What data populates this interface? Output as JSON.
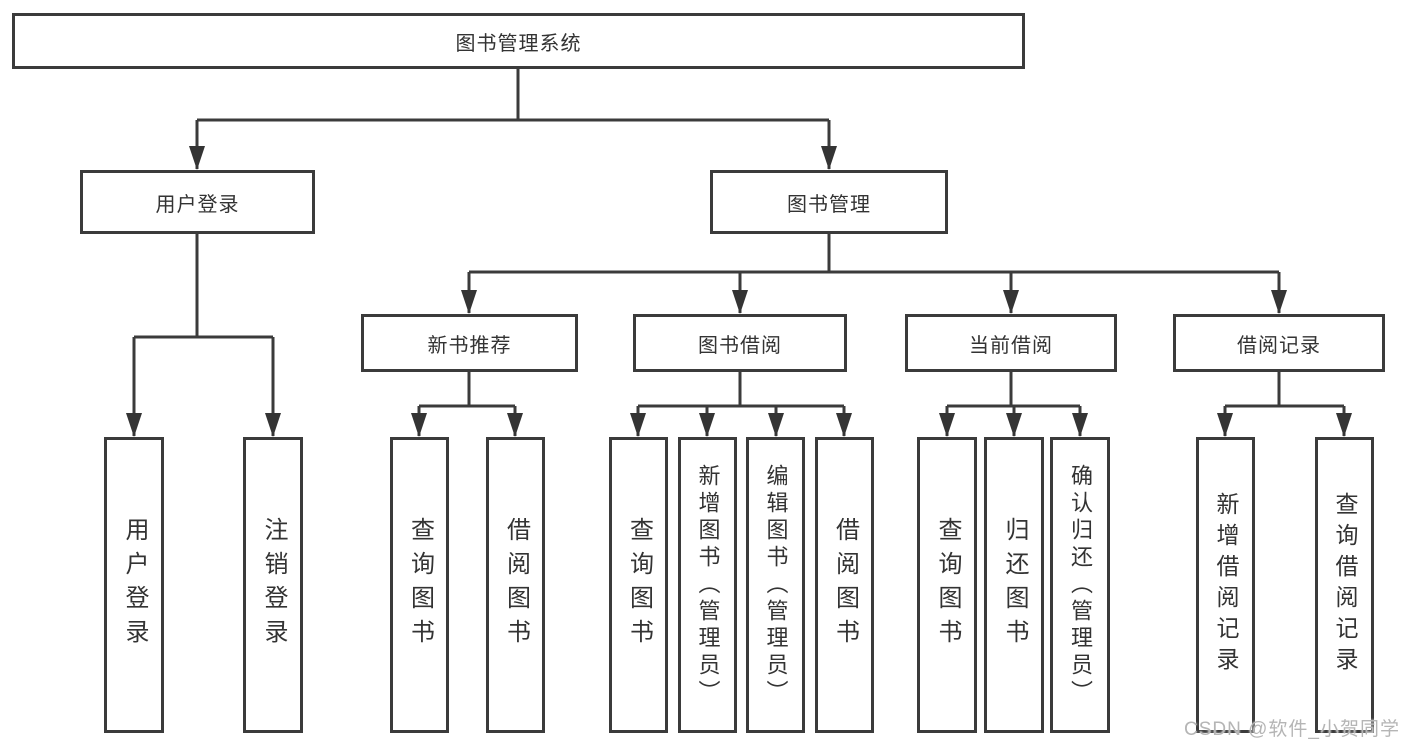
{
  "nodes": {
    "root": {
      "label": "图书管理系统"
    },
    "user_login": {
      "label": "用户登录"
    },
    "book_management": {
      "label": "图书管理"
    },
    "new_book_recommend": {
      "label": "新书推荐"
    },
    "book_borrowing": {
      "label": "图书借阅"
    },
    "current_borrowing": {
      "label": "当前借阅"
    },
    "borrowing_records": {
      "label": "借阅记录"
    },
    "leaf_user_login": {
      "label": "用户登录"
    },
    "leaf_logout_login": {
      "label": "注销登录"
    },
    "leaf_query_books_recommend": {
      "label": "查询图书"
    },
    "leaf_borrow_books_recommend": {
      "label": "借阅图书"
    },
    "leaf_query_books_borrowing": {
      "label": "查询图书"
    },
    "leaf_add_books_admin": {
      "label": "新增图书（管理员）"
    },
    "leaf_edit_books_admin": {
      "label": "编辑图书（管理员）"
    },
    "leaf_borrow_books_borrowing": {
      "label": "借阅图书"
    },
    "leaf_query_books_current": {
      "label": "查询图书"
    },
    "leaf_return_books": {
      "label": "归还图书"
    },
    "leaf_confirm_return_admin": {
      "label": "确认归还（管理员）"
    },
    "leaf_add_borrow_record": {
      "label": "新增借阅记录"
    },
    "leaf_query_borrow_record": {
      "label": "查询借阅记录"
    }
  },
  "watermark": {
    "text": "CSDN @软件_小贺同学"
  },
  "colors": {
    "line": "#3b3b3b",
    "text": "#333333",
    "watermark": "#b5b5b5",
    "background": "#ffffff"
  }
}
